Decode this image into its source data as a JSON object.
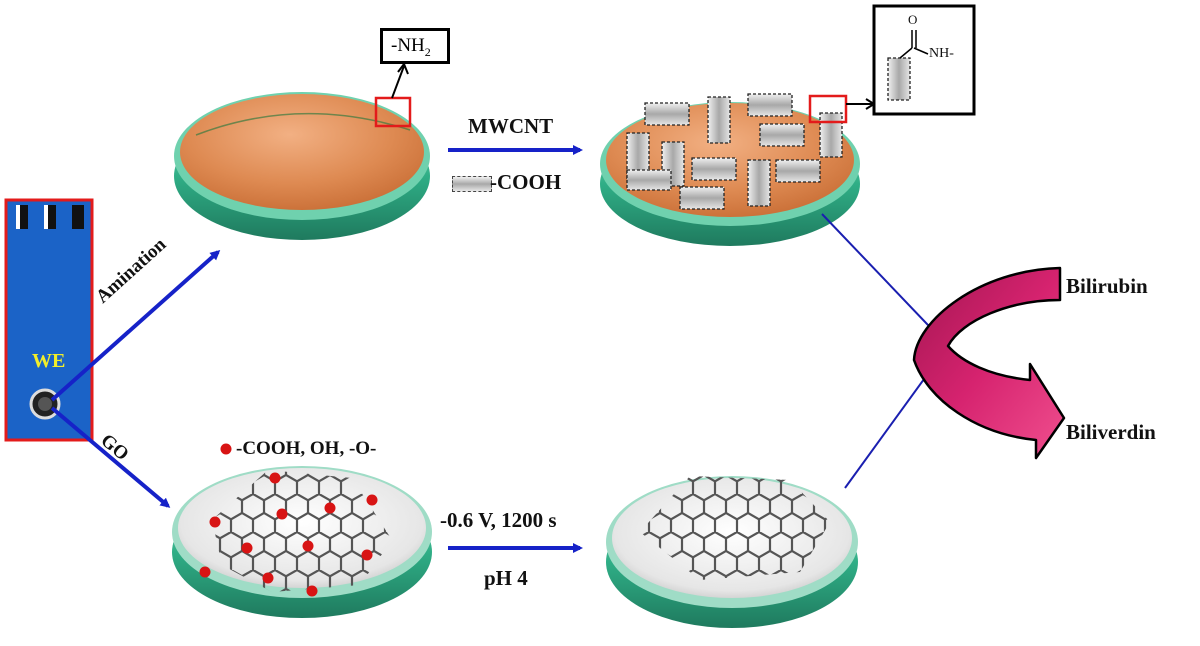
{
  "labels": {
    "amination": "Amination",
    "go": "GO",
    "we": "WE",
    "mwcnt": "MWCNT",
    "cooh_legend": "-COOH",
    "nh2_box": "-NH",
    "nh2_subscript": "2",
    "amide_o": "O",
    "amide_nh": "NH-",
    "go_groups": "-COOH, OH, -O-",
    "potential": "-0.6 V, 1200 s",
    "ph": "pH 4",
    "bilirubin": "Bilirubin",
    "biliverdin": "Biliverdin"
  },
  "colors": {
    "arrow_blue": "#1622c8",
    "line_blue": "#1a1fb0",
    "electrode_blue": "#1b63c7",
    "electrode_border": "#e31b1b",
    "dish_rim": "#2fae86",
    "amine_layer": "#d9824a",
    "oxygen_dot": "#d81414",
    "magenta_arrow": "#c8206a",
    "we_text": "#f2ee2a"
  }
}
